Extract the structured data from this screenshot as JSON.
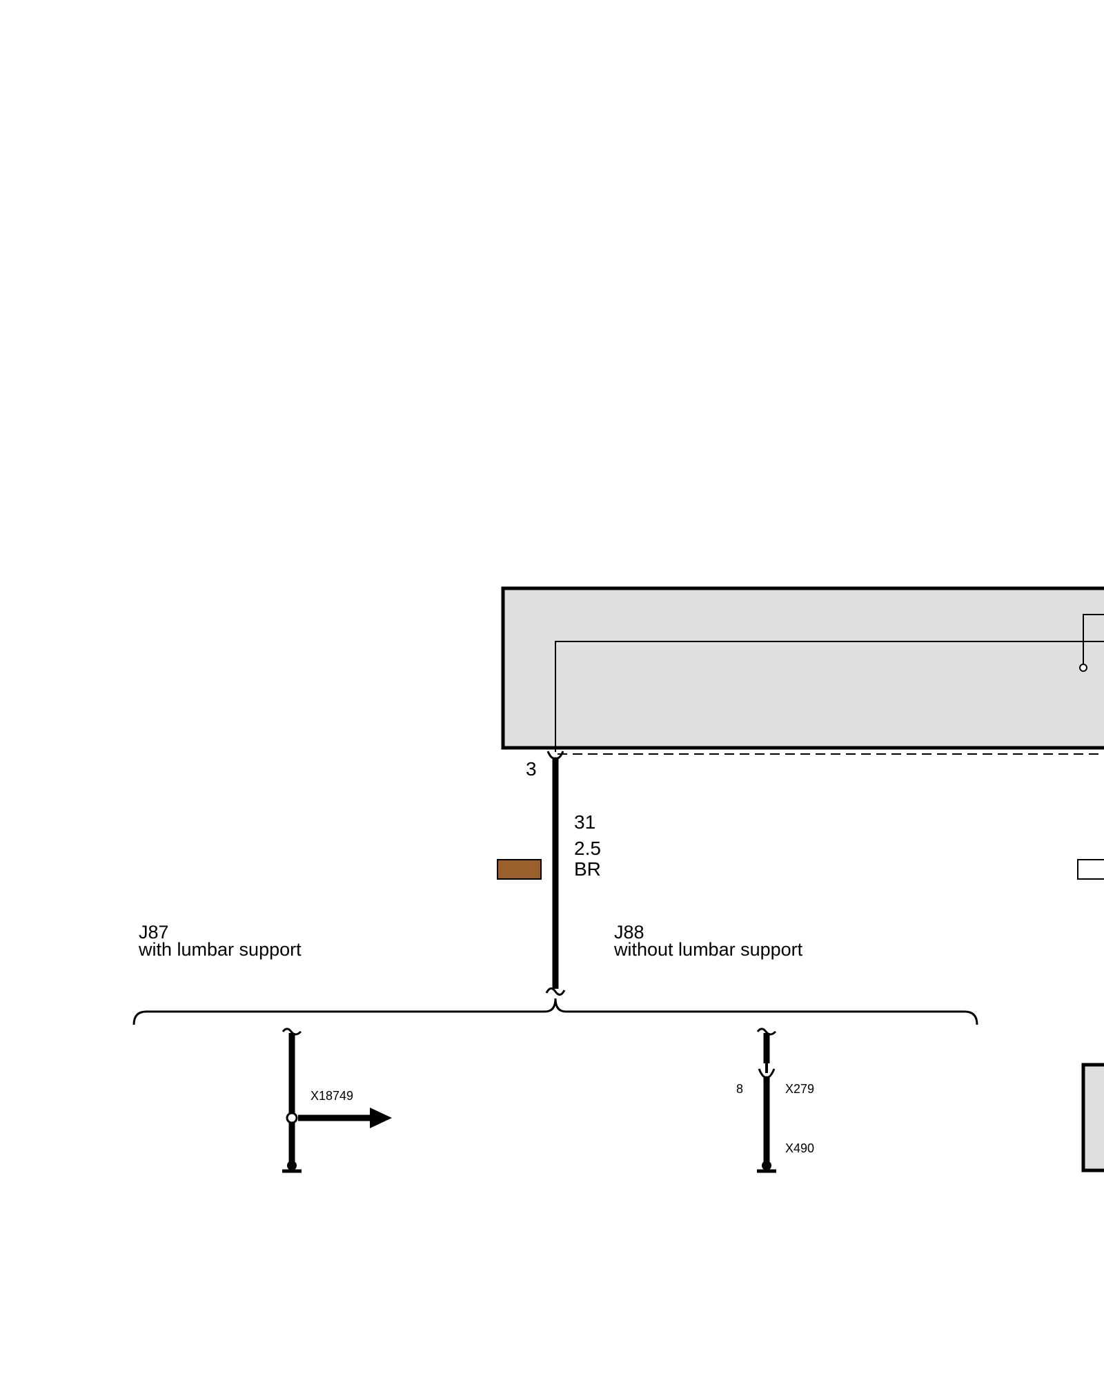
{
  "colors": {
    "background": "#ffffff",
    "module_fill": "#dfdfdf",
    "line": "#000000",
    "wire_color_brown": "#9b5e2d"
  },
  "module": {
    "pin_number": "3"
  },
  "wire": {
    "circuit": "31",
    "gauge": "2.5",
    "color_code": "BR",
    "color_swatch": "brown"
  },
  "variants": {
    "left": {
      "code": "J87",
      "description": "with lumbar support",
      "connector": "X18749"
    },
    "right": {
      "code": "J88",
      "description": "without lumbar support",
      "connector_pin": "8",
      "connector_top": "X279",
      "connector_bottom": "X490"
    }
  },
  "icons": [
    "splice-arrow-icon",
    "ground-terminal-icon",
    "wire-break-icon",
    "variant-brace-icon"
  ]
}
